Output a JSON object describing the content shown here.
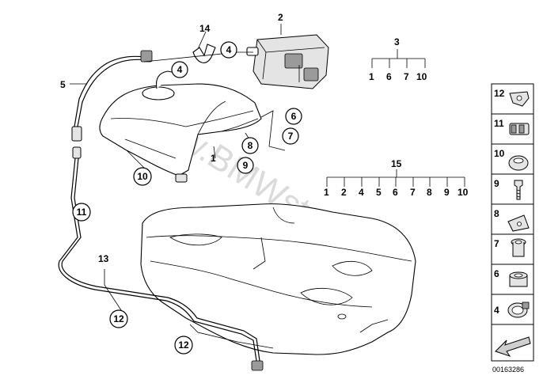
{
  "watermark": "www.BMWstore.pl",
  "diagram_id": "00163286",
  "callouts": {
    "c1": "1",
    "c2": "2",
    "c3": "3",
    "c4a": "4",
    "c4b": "4",
    "c5": "5",
    "c6": "6",
    "c7": "7",
    "c8": "8",
    "c9": "9",
    "c10": "10",
    "c11": "11",
    "c12a": "12",
    "c12b": "12",
    "c13": "13",
    "c14": "14",
    "c15": "15"
  },
  "group3_items": [
    "1",
    "6",
    "7",
    "10"
  ],
  "group15_items": [
    "1",
    "2",
    "4",
    "5",
    "6",
    "7",
    "8",
    "9",
    "10"
  ],
  "side_panel": [
    "12",
    "11",
    "10",
    "9",
    "8",
    "7",
    "6",
    "4"
  ]
}
